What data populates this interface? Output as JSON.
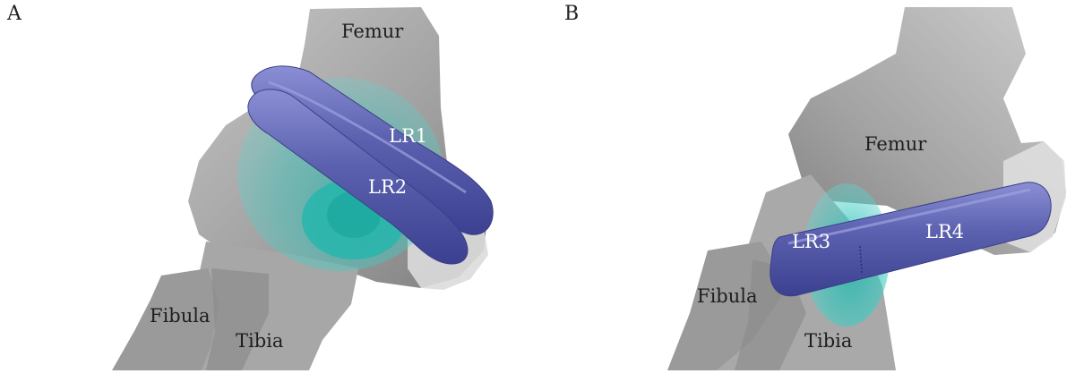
{
  "panels": [
    {
      "letter": "A",
      "labels": {
        "femur": "Femur",
        "fibula": "Fibula",
        "tibia": "Tibia",
        "lr1": "LR1",
        "lr2": "LR2"
      }
    },
    {
      "letter": "B",
      "labels": {
        "femur": "Femur",
        "fibula": "Fibula",
        "tibia": "Tibia",
        "lr3": "LR3",
        "lr4": "LR4"
      }
    }
  ],
  "colors": {
    "bone": "#a9a9a9",
    "bone_light": "#c9c9c9",
    "bone_dark": "#7d7d7d",
    "ligament": "#5a5fae",
    "ligament_highlight": "#8a8fd4",
    "cartilage": "#3ec9c0"
  }
}
